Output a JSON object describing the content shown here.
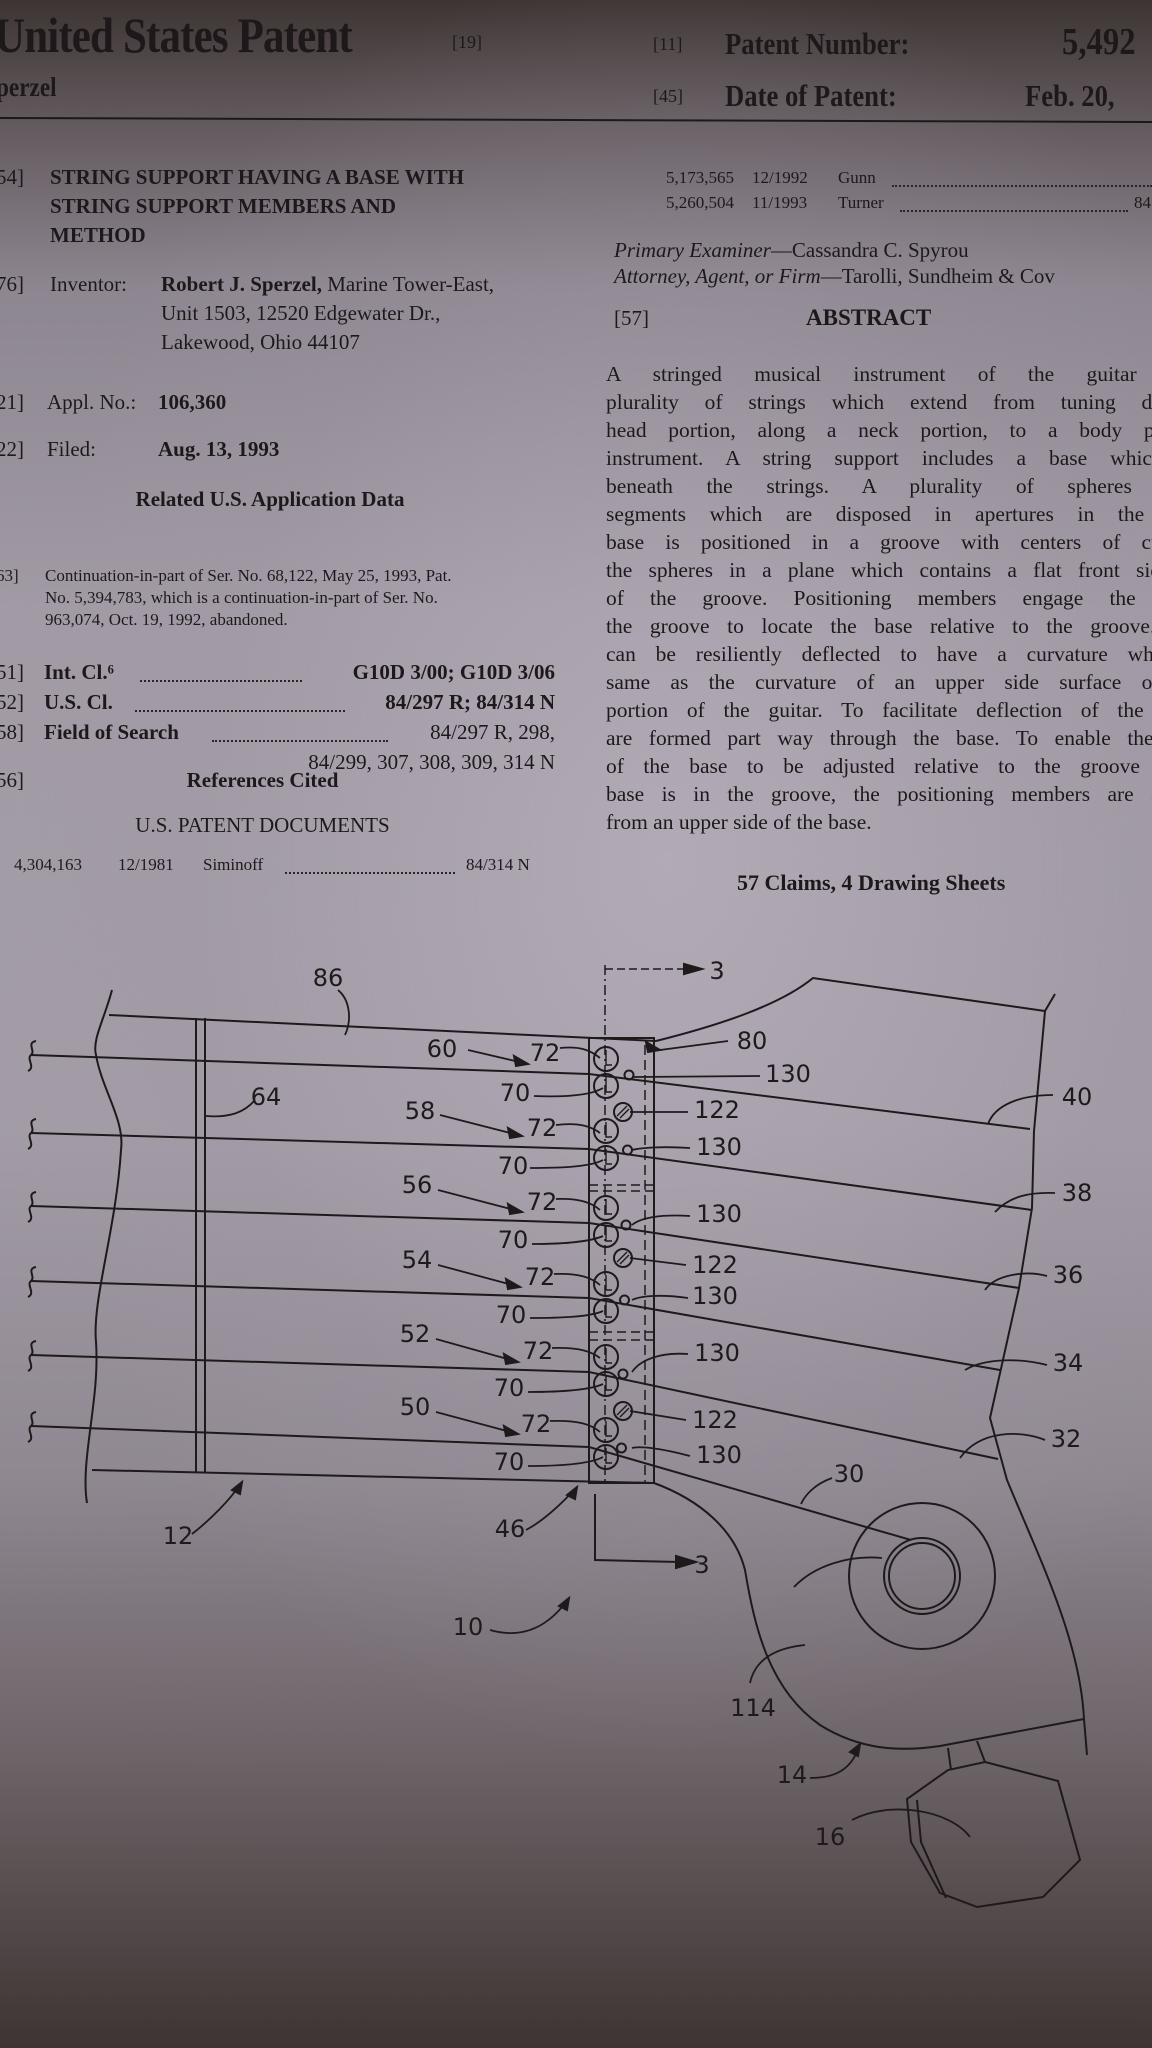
{
  "header": {
    "title": "United States Patent",
    "title_code": "[19]",
    "inventor_short": "perzel",
    "patent_number_code": "[11]",
    "patent_number_label": "Patent Number:",
    "patent_number_value": "5,492",
    "date_code": "[45]",
    "date_label": "Date of Patent:",
    "date_value": "Feb. 20,"
  },
  "left": {
    "title_code": "54]",
    "title_lines": [
      "STRING SUPPORT HAVING A BASE WITH",
      "STRING SUPPORT MEMBERS AND",
      "METHOD"
    ],
    "inventor_code": "76]",
    "inventor_label": "Inventor:",
    "inventor_name": "Robert J. Sperzel,",
    "inventor_lines": [
      "Marine Tower-East,",
      "Unit 1503, 12520 Edgewater Dr.,",
      "Lakewood, Ohio 44107"
    ],
    "appl_code": "21]",
    "appl_label": "Appl. No.:",
    "appl_value": "106,360",
    "filed_code": "22]",
    "filed_label": "Filed:",
    "filed_value": "Aug. 13, 1993",
    "related_heading": "Related U.S. Application Data",
    "related_code": "63]",
    "related_lines": [
      "Continuation-in-part of Ser. No. 68,122, May 25, 1993, Pat.",
      "No. 5,394,783, which is a continuation-in-part of Ser. No.",
      "963,074, Oct. 19, 1992, abandoned."
    ],
    "intcl_code": "51]",
    "intcl_label": "Int. Cl.⁶",
    "intcl_value": "G10D 3/00; G10D 3/06",
    "uscl_code": "52]",
    "uscl_label": "U.S. Cl.",
    "uscl_value": "84/297 R; 84/314 N",
    "field_code": "58]",
    "field_label": "Field of Search",
    "field_value_1": "84/297 R, 298,",
    "field_value_2": "84/299, 307, 308, 309, 314 N",
    "refs_code": "56]",
    "refs_heading": "References Cited",
    "refs_subheading": "U.S. PATENT DOCUMENTS",
    "refs": [
      {
        "number": "4,304,163",
        "date": "12/1981",
        "name": "Siminoff",
        "class": "84/314 N"
      }
    ]
  },
  "right": {
    "refs": [
      {
        "number": "5,173,565",
        "date": "12/1992",
        "name": "Gunn",
        "class": ""
      },
      {
        "number": "5,260,504",
        "date": "11/1993",
        "name": "Turner",
        "class": "84"
      }
    ],
    "examiner_label": "Primary Examiner",
    "examiner_value": "—Cassandra C. Spyrou",
    "attorney_label": "Attorney, Agent, or Firm",
    "attorney_value": "—Tarolli, Sundheim & Cov",
    "abstract_code": "[57]",
    "abstract_heading": "ABSTRACT",
    "abstract_lines": [
      "A stringed musical instrument of the guitar type",
      "plurality of strings which extend from tuning devices",
      "head portion, along a neck portion, to a body portion",
      "instrument. A string support includes a base which ex",
      "beneath the strings. A plurality of spheres have",
      "segments which are disposed in apertures in the base",
      "base is positioned in a groove with centers of curvatu",
      "the spheres in a plane which contains a flat front side su",
      "of the groove. Positioning members engage the botto",
      "the groove to locate the base relative to the groove. The",
      "can be resiliently deflected to have a curvature which i",
      "same as the curvature of an upper side surface of the",
      "portion of the guitar. To facilitate deflection of the base,",
      "are formed part way through the base. To enable the posi",
      "of the base to be adjusted relative to the groove when",
      "base is in the groove, the positioning members are access",
      "from an upper side of the base."
    ],
    "claims": "57 Claims, 4 Drawing Sheets"
  },
  "drawing": {
    "labels": [
      "86",
      "3",
      "80",
      "60",
      "72",
      "130",
      "40",
      "64",
      "70",
      "58",
      "122",
      "72",
      "130",
      "70",
      "38",
      "56",
      "72",
      "130",
      "70",
      "54",
      "122",
      "72",
      "36",
      "130",
      "70",
      "52",
      "72",
      "130",
      "34",
      "70",
      "50",
      "122",
      "72",
      "130",
      "32",
      "70",
      "30",
      "12",
      "46",
      "3",
      "10",
      "114",
      "14",
      "16"
    ]
  },
  "colors": {
    "ink": "#1d191b",
    "paper": "#a39ca7"
  }
}
